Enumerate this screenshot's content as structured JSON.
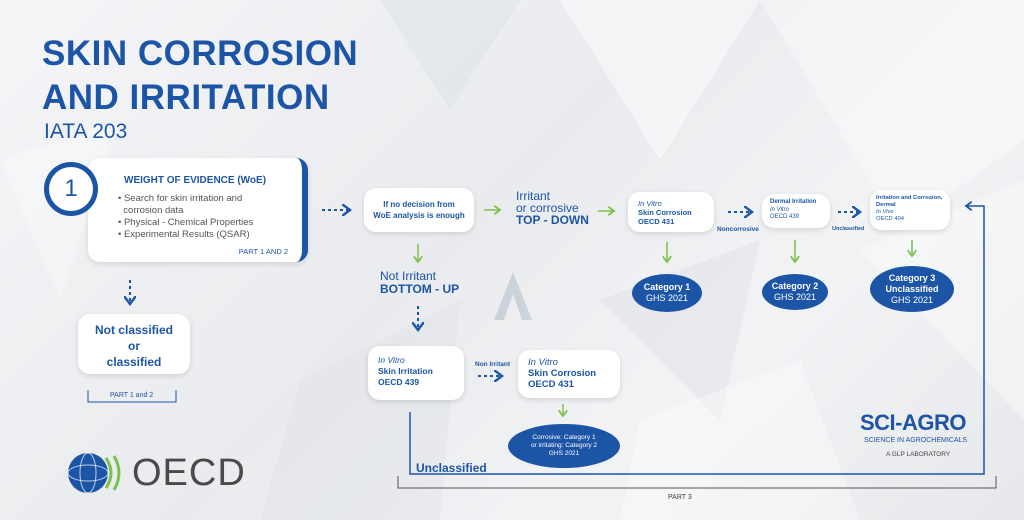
{
  "title": {
    "line1": "SKIN CORROSION",
    "line2": "AND IRRITATION",
    "subtitle": "IATA 203"
  },
  "woe": {
    "number": "1",
    "heading": "WEIGHT OF EVIDENCE (WoE)",
    "bullets": [
      "Search for skin irritation and",
      "corrosion data",
      "Physical - Chemical Properties",
      "Experimental Results (QSAR)"
    ],
    "part": "PART 1 AND 2"
  },
  "not_classified": {
    "line1": "Not classified",
    "line2": "or",
    "line3": "classified",
    "part": "PART 1 and 2"
  },
  "decision": {
    "line1": "If no decision from",
    "line2": "WoE analysis is enough"
  },
  "top_down": {
    "line1": "Irritant",
    "line2": "or corrosive",
    "line3": "TOP - DOWN"
  },
  "bottom_up": {
    "line1": "Not Irritant",
    "line2": "BOTTOM - UP"
  },
  "box_431_top": {
    "line1": "In Vitro",
    "line2": "Skin Corrosion",
    "line3": "OECD 431"
  },
  "noncorrosive": "Noncorrosive",
  "box_439_top": {
    "line1": "Dermal Irritation",
    "line2": "In Vitro",
    "line3": "OECD 439"
  },
  "unclassified_small": "Unclassified",
  "box_404": {
    "line1": "Irritation and Corrosion,",
    "line2": "Dermal",
    "line3": "In Vivo",
    "line4": "OECD 404"
  },
  "cat1": {
    "line1": "Category 1",
    "line2": "GHS 2021"
  },
  "cat2": {
    "line1": "Category 2",
    "line2": "GHS 2021"
  },
  "cat3": {
    "line1": "Category 3",
    "line2": "Unclassified",
    "line3": "GHS 2021"
  },
  "box_439_bottom": {
    "line1": "In Vitro",
    "line2": "Skin Irritation",
    "line3": "OECD 439"
  },
  "non_irritant": "Non Irritant",
  "box_431_bottom": {
    "line1": "In Vitro",
    "line2": "Skin Corrosion",
    "line3": "OECD 431"
  },
  "corrosive_oval": {
    "line1": "Corrosive: Category 1",
    "line2": "or irritating: Category 2",
    "line3": "GHS 2021"
  },
  "unclassified_big": "Unclassified",
  "part3": "PART 3",
  "oecd_logo": "OECD",
  "sciagro": {
    "name": "SCI-AGRO",
    "tagline": "SCIENCE IN AGROCHEMICALS",
    "sub": "A GLP LABORATORY"
  },
  "colors": {
    "blue": "#1d55a6",
    "green": "#7cc04b",
    "grey_text": "#555555"
  }
}
